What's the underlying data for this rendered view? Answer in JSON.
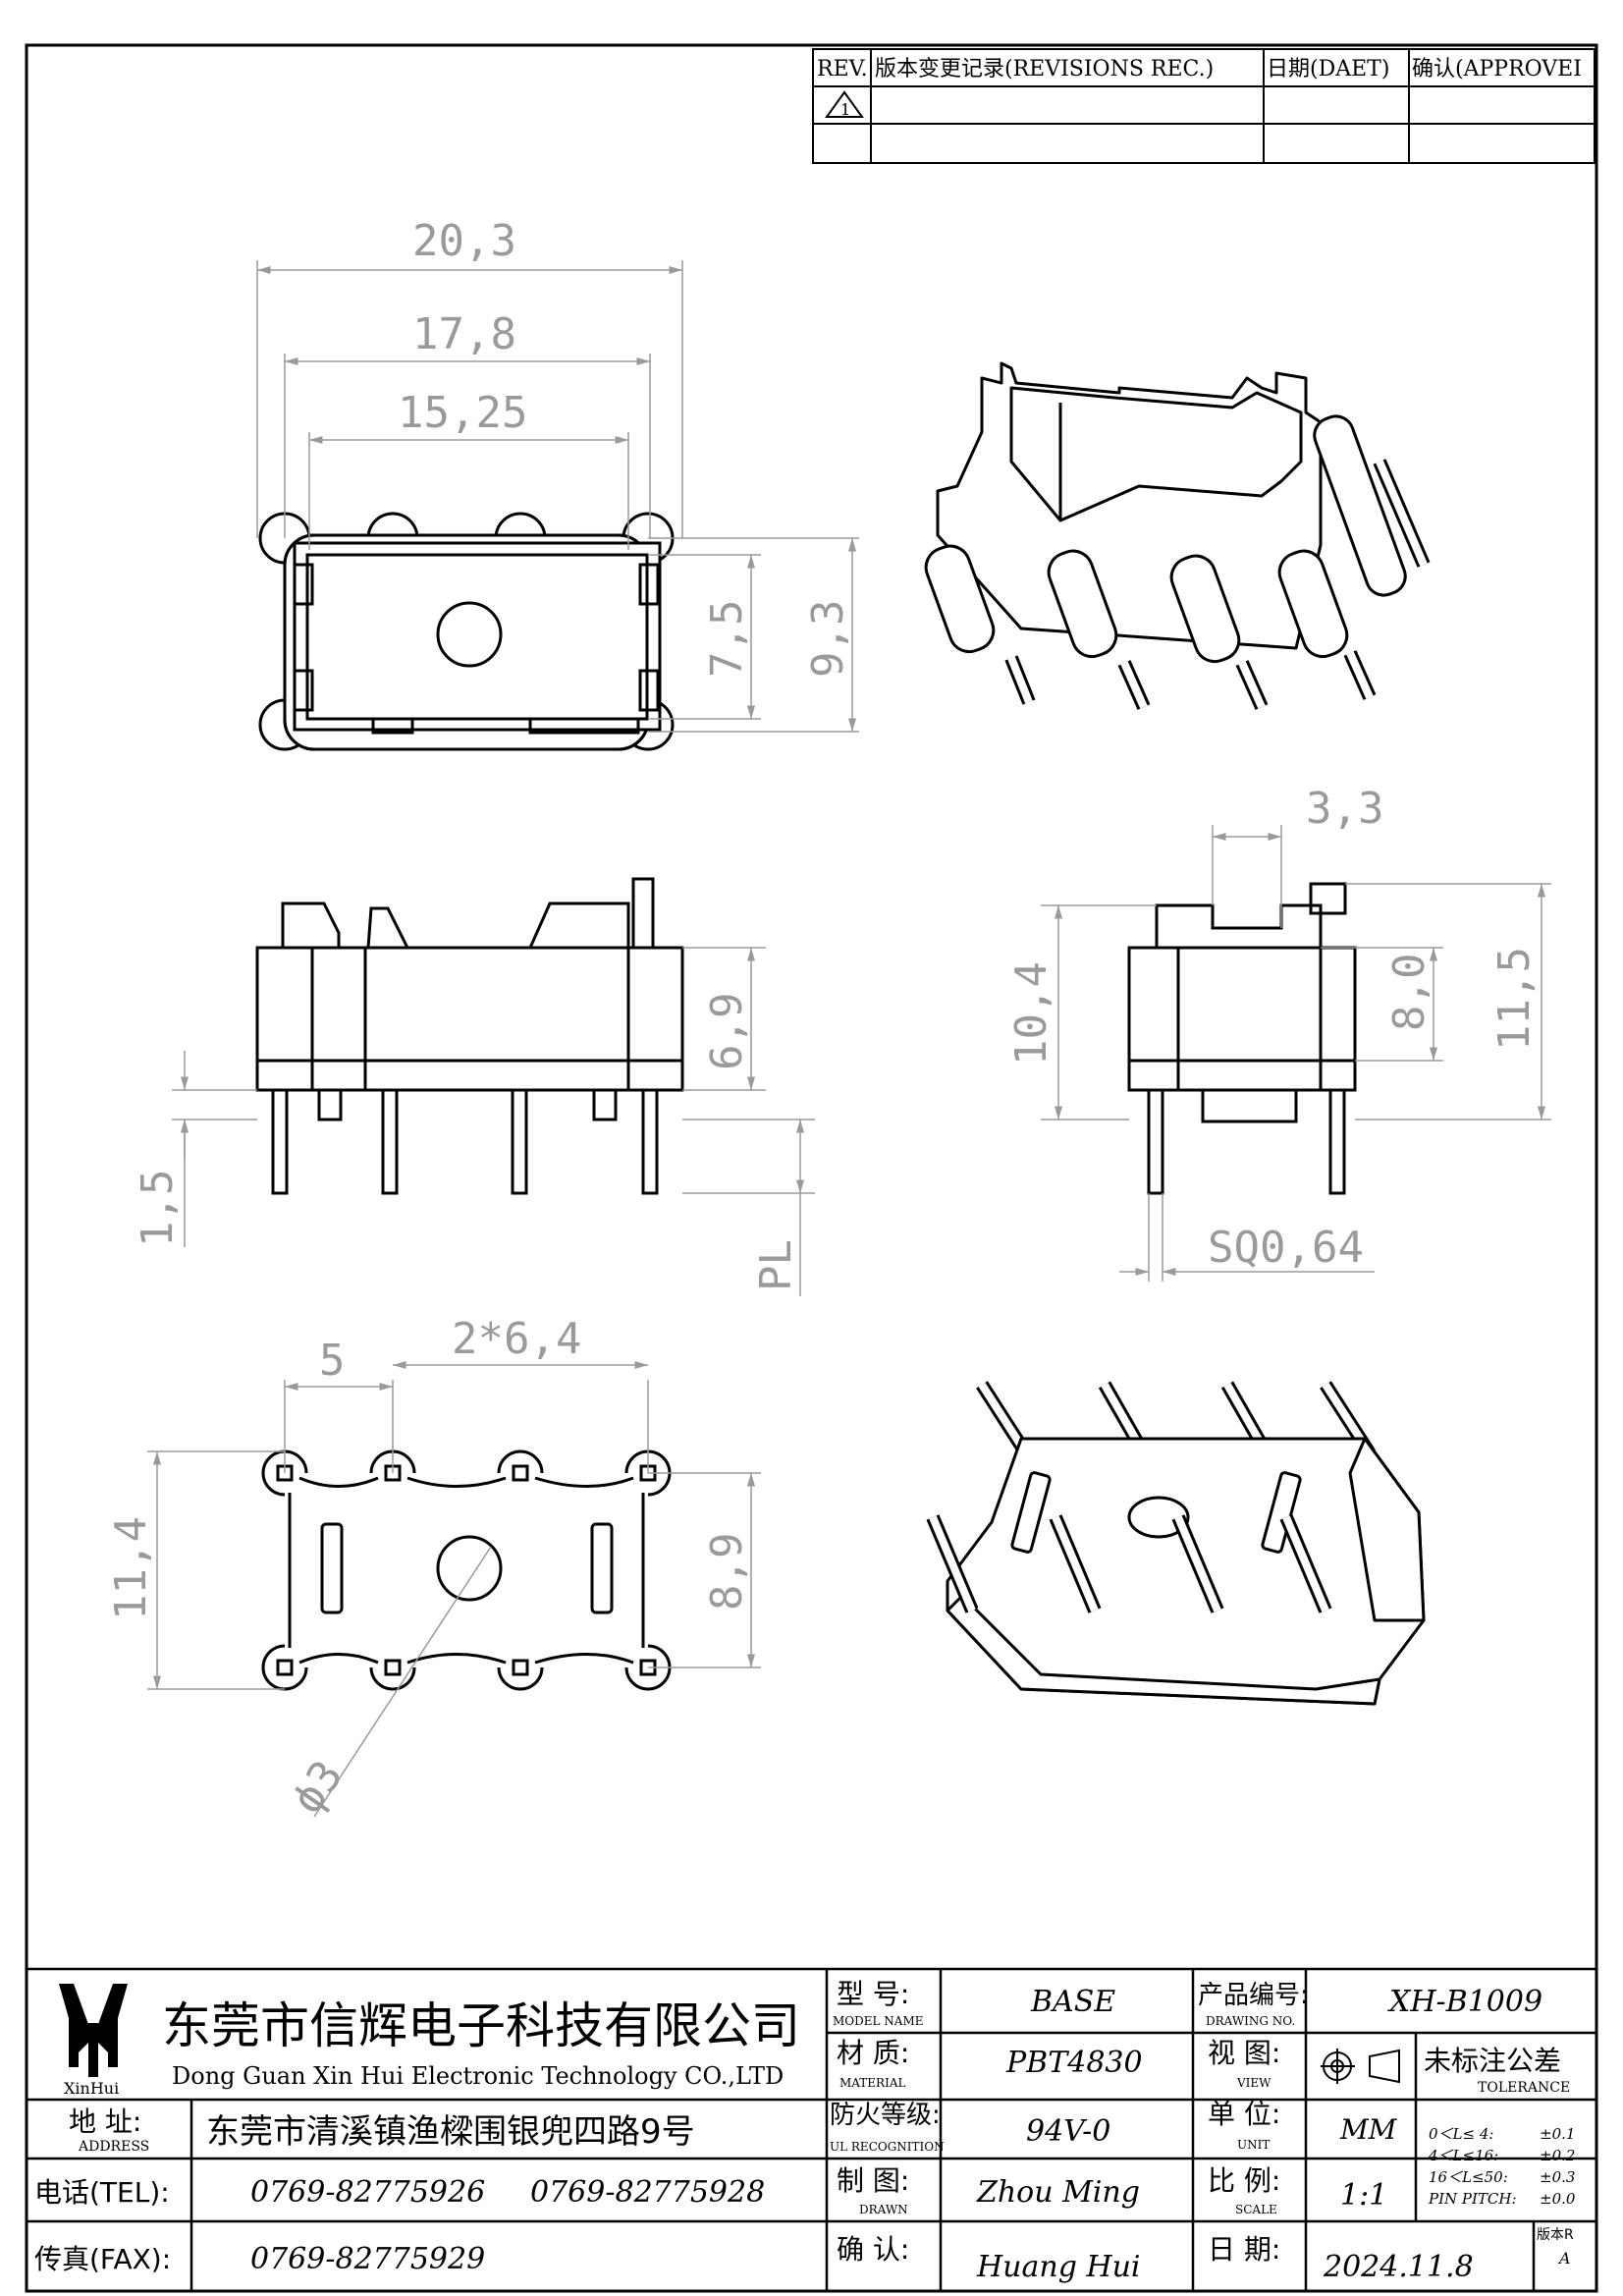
{
  "revision_table": {
    "rev_header": "REV.",
    "records_header": "版本变更记录(REVISIONS REC.)",
    "date_header": "日期(DAET)",
    "approve_header": "确认(APPROVEI",
    "rev_mark": "1"
  },
  "dimensions": {
    "top_view": {
      "w_overall": "20,3",
      "w_mid": "17,8",
      "w_inner": "15,25",
      "h_inner": "7,5",
      "h_overall": "9,3"
    },
    "front_view": {
      "height": "6,9",
      "pin_standoff": "1,5",
      "pin_length": "PL"
    },
    "side_view": {
      "step": "3,3",
      "h_total": "10,4",
      "h_body": "8,0",
      "h_max": "11,5",
      "pin_size": "SQ0,64"
    },
    "bottom_view": {
      "edge_to_pin": "5",
      "pitch": "2*6,4",
      "depth": "11,4",
      "row_spacing": "8,9",
      "hole_dia": "ϕ3"
    }
  },
  "title_block": {
    "company_cn": "东莞市信辉电子科技有限公司",
    "company_en": "Dong Guan Xin Hui Electronic Technology CO.,LTD",
    "logo_text": "XinHui",
    "address_label_cn": "地  址:",
    "address_label_en": "ADDRESS",
    "address": "东莞市清溪镇渔樑围银兜四路9号",
    "tel_label": "电话(TEL):",
    "tel_1": "0769-82775926",
    "tel_2": "0769-82775928",
    "fax_label": "传真(FAX):",
    "fax": "0769-82775929",
    "model_label_cn": "型  号:",
    "model_label_en": "MODEL NAME",
    "model": "BASE",
    "material_label_cn": "材  质:",
    "material_label_en": "MATERIAL",
    "material": "PBT4830",
    "ul_label_cn": "防火等级:",
    "ul_label_en": "UL RECOGNITION",
    "ul": "94V-0",
    "drawn_label_cn": "制  图:",
    "drawn_label_en": "DRAWN",
    "drawn": "Zhou Ming",
    "confirm_label_cn": "确  认:",
    "confirm": "Huang Hui",
    "drawing_no_label_cn": "产品编号:",
    "drawing_no_label_en": "DRAWING NO.",
    "drawing_no": "XH-B1009",
    "view_label_cn": "视  图:",
    "view_label_en": "VIEW",
    "unit_label_cn": "单  位:",
    "unit_label_en": "UNIT",
    "unit": "MM",
    "scale_label_cn": "比  例:",
    "scale_label_en": "SCALE",
    "scale": "1:1",
    "date_label_cn": "日  期:",
    "date": "2024.11.8",
    "version_label": "版本R",
    "version": "A",
    "tolerance_title_cn": "未标注公差",
    "tolerance_title_en": "TOLERANCE",
    "tolerances": [
      {
        "range": "0＜L≤ 4:",
        "value": "±0.1"
      },
      {
        "range": "4＜L≤16:",
        "value": "±0.2"
      },
      {
        "range": "16＜L≤50:",
        "value": "±0.3"
      },
      {
        "range": "PIN PITCH:",
        "value": "±0.0"
      }
    ]
  }
}
